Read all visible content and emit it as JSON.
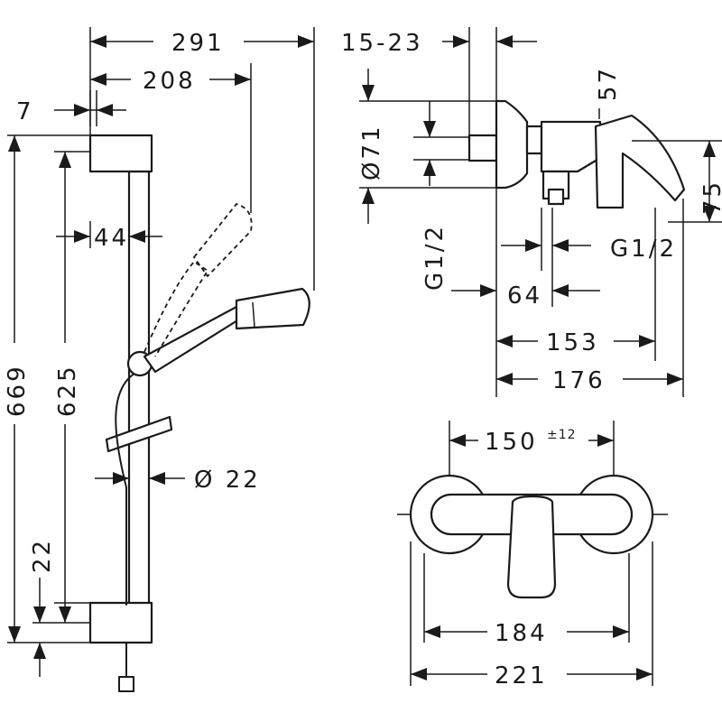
{
  "dimensions": {
    "d291": "291",
    "d208": "208",
    "d7": "7",
    "d44": "44",
    "d669": "669",
    "d625": "625",
    "d22_height": "22",
    "d22_diameter": "Ø 22",
    "d15_23": "15-23",
    "d57": "57",
    "d71": "Ø71",
    "d75": "75",
    "g12_left": "G1/2",
    "g12_right": "G1/2",
    "d64": "64",
    "d153": "153",
    "d176": "176",
    "d150": "150",
    "d150_tol": "±12",
    "d184": "184",
    "d221": "221"
  }
}
